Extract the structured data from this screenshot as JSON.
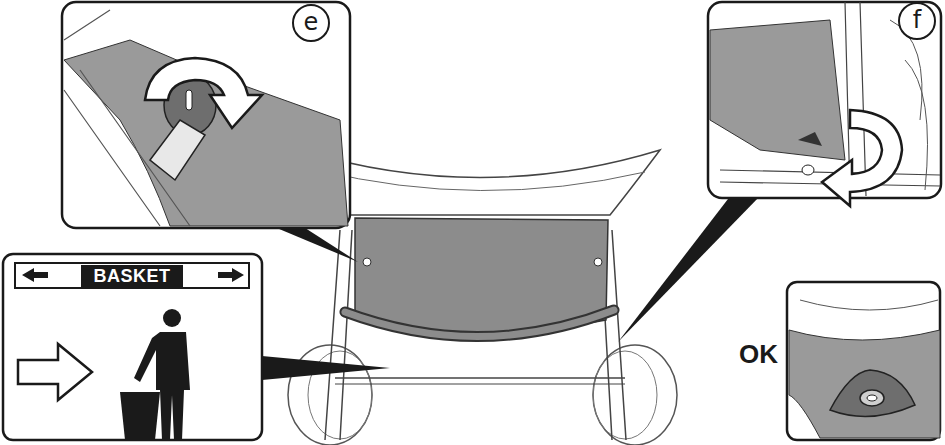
{
  "diagram": {
    "nodes": [
      {
        "text": [
          "e"
        ]
      },
      {
        "text": [
          "f"
        ]
      },
      {
        "text": [
          "BASKET"
        ]
      }
    ],
    "labels": [
      "OK"
    ]
  }
}
